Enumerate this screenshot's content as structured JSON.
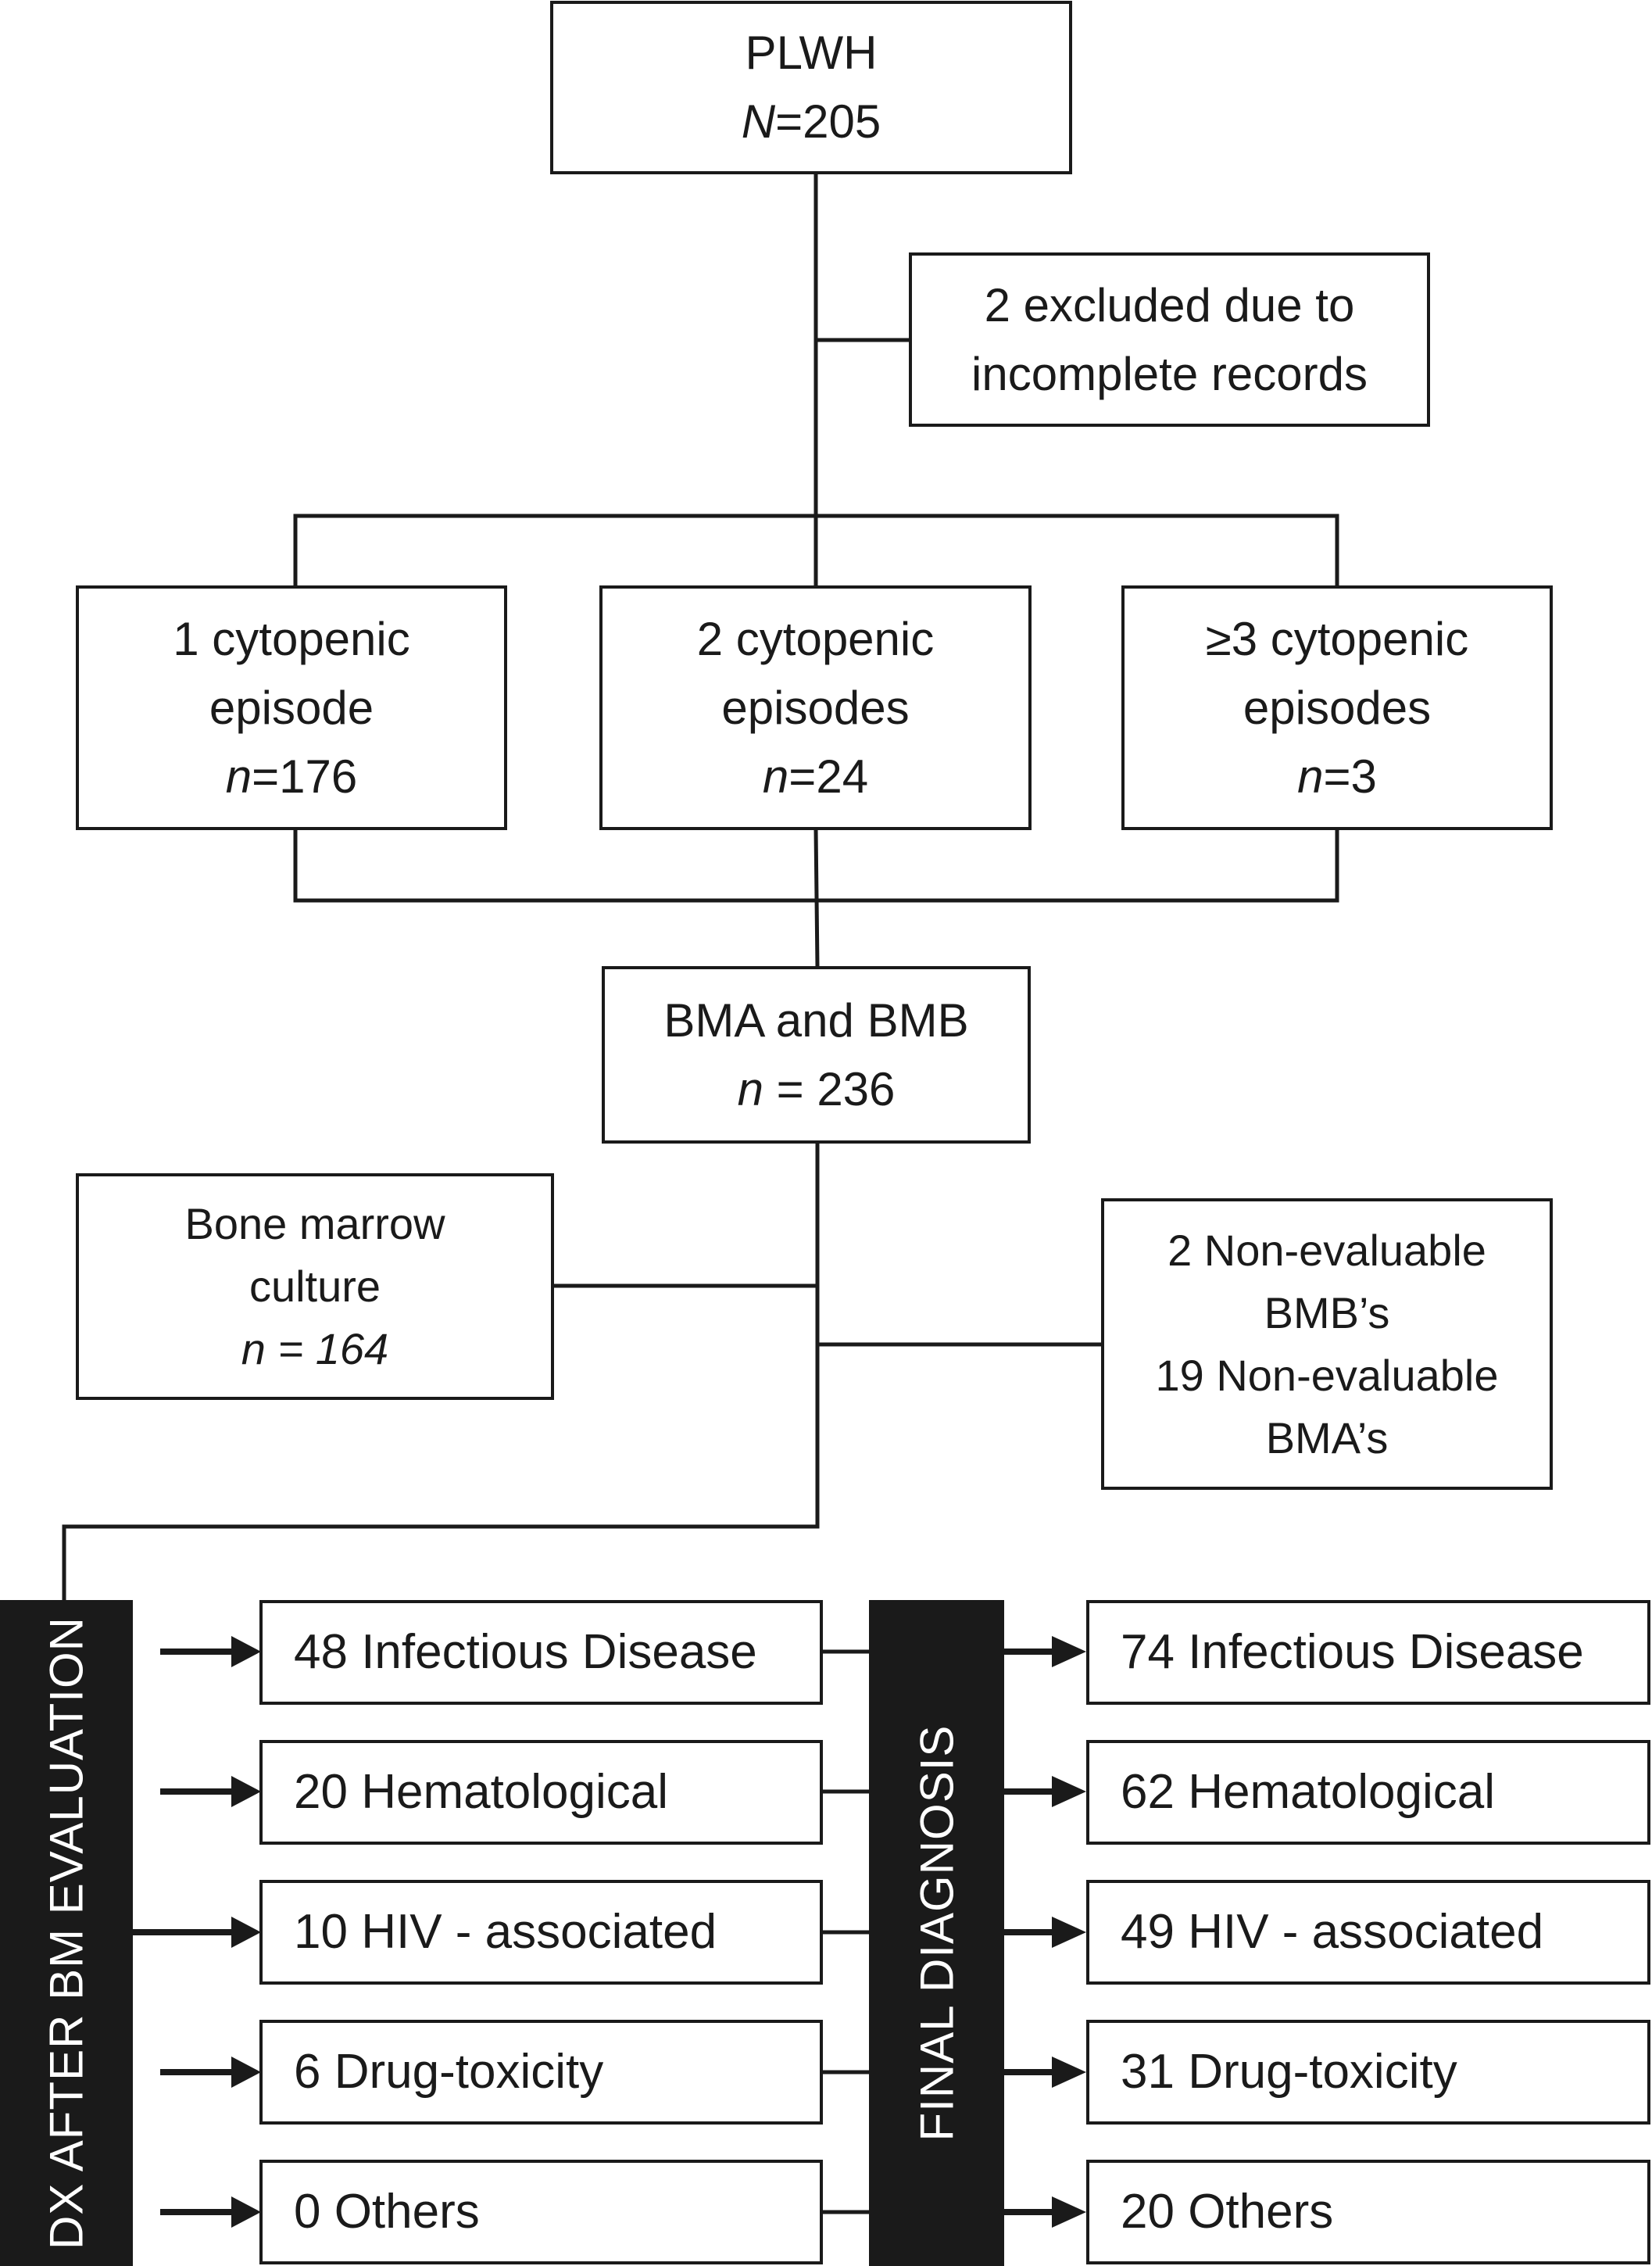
{
  "top": {
    "label": "PLWH",
    "n_sym": "N",
    "n_val": "=205"
  },
  "excluded": {
    "line1": "2 excluded due to",
    "line2": "incomplete records"
  },
  "episodes": [
    {
      "line1": "1 cytopenic",
      "line2": "episode",
      "n_sym": "n",
      "n_val": "=176"
    },
    {
      "line1": "2 cytopenic",
      "line2": "episodes",
      "n_sym": "n",
      "n_val": "=24"
    },
    {
      "line1": "≥3 cytopenic",
      "line2": "episodes",
      "n_sym": "n",
      "n_val": "=3"
    }
  ],
  "bma": {
    "line1": "BMA and BMB",
    "n_sym": "n",
    "n_val": " = 236"
  },
  "culture": {
    "line1": "Bone marrow",
    "line2": "culture",
    "line3": "n = 164"
  },
  "nonevaluable": {
    "line1": "2 Non-evaluable",
    "line2": "BMB’s",
    "line3": "19 Non-evaluable",
    "line4": "BMA’s"
  },
  "left_bar_label": "DX AFTER  BM EVALUATION",
  "right_bar_label": "FINAL DIAGNOSIS",
  "dx_after": [
    "48 Infectious Disease",
    "20 Hematological",
    "10 HIV - associated",
    "6 Drug-toxicity",
    "0 Others"
  ],
  "final_dx": [
    "74 Infectious Disease",
    "62 Hematological",
    "49 HIV - associated",
    "31 Drug-toxicity",
    "20 Others"
  ]
}
